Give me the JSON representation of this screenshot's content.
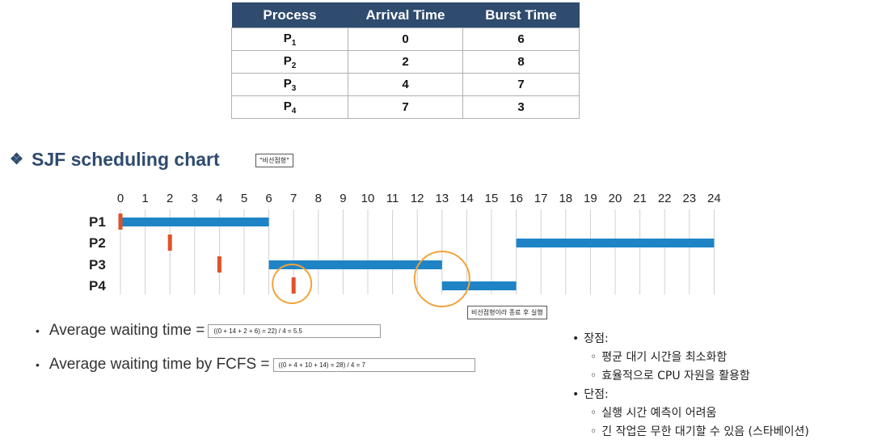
{
  "table": {
    "headers": [
      "Process",
      "Arrival Time",
      "Burst Time"
    ],
    "rows": [
      {
        "name": "P",
        "sub": "1",
        "arrival": "0",
        "burst": "6"
      },
      {
        "name": "P",
        "sub": "2",
        "arrival": "2",
        "burst": "8"
      },
      {
        "name": "P",
        "sub": "3",
        "arrival": "4",
        "burst": "7"
      },
      {
        "name": "P",
        "sub": "4",
        "arrival": "7",
        "burst": "3"
      }
    ]
  },
  "section_title": "SJF scheduling chart",
  "nonpreemptive_note": "\"비선점형\"",
  "gantt": {
    "ticks": [
      "0",
      "1",
      "2",
      "3",
      "4",
      "5",
      "6",
      "7",
      "8",
      "9",
      "10",
      "11",
      "12",
      "13",
      "14",
      "15",
      "16",
      "17",
      "18",
      "19",
      "20",
      "21",
      "22",
      "23",
      "24"
    ],
    "processes": [
      "P1",
      "P2",
      "P3",
      "P4"
    ],
    "bars": [
      {
        "process": "P1",
        "start": 0,
        "end": 6
      },
      {
        "process": "P2",
        "start": 16,
        "end": 24
      },
      {
        "process": "P3",
        "start": 6,
        "end": 13
      },
      {
        "process": "P4",
        "start": 13,
        "end": 16
      }
    ],
    "arrivals": [
      {
        "process": "P1",
        "time": 0
      },
      {
        "process": "P2",
        "time": 2
      },
      {
        "process": "P3",
        "time": 4
      },
      {
        "process": "P4",
        "time": 7
      }
    ],
    "circles": [
      {
        "process": "P4",
        "time": 7
      },
      {
        "process": "P3",
        "time": 13
      }
    ],
    "annotation": "비선점형이라 종료 후 실행",
    "colors": {
      "bar": "#1f84c6",
      "arrival": "#e0522b",
      "circle": "#f2a33a",
      "grid": "#d0d0d0"
    }
  },
  "avg": {
    "label": "Average waiting time = ",
    "formula": "((0 + 14 + 2 + 6) = 22) / 4 = 5.5"
  },
  "avg_fcfs": {
    "label": "Average waiting time by FCFS = ",
    "formula": "((0 + 4 + 10 + 14) = 28) / 4 = 7"
  },
  "pros": {
    "title": "장점:",
    "items": [
      "평균 대기 시간을 최소화함",
      "효율적으로 CPU 자원을 활용함"
    ]
  },
  "cons": {
    "title": "단점:",
    "items": [
      "실행 시간 예측이 어려움",
      "긴 작업은 무한 대기할 수 있음 (스타베이션)"
    ]
  }
}
